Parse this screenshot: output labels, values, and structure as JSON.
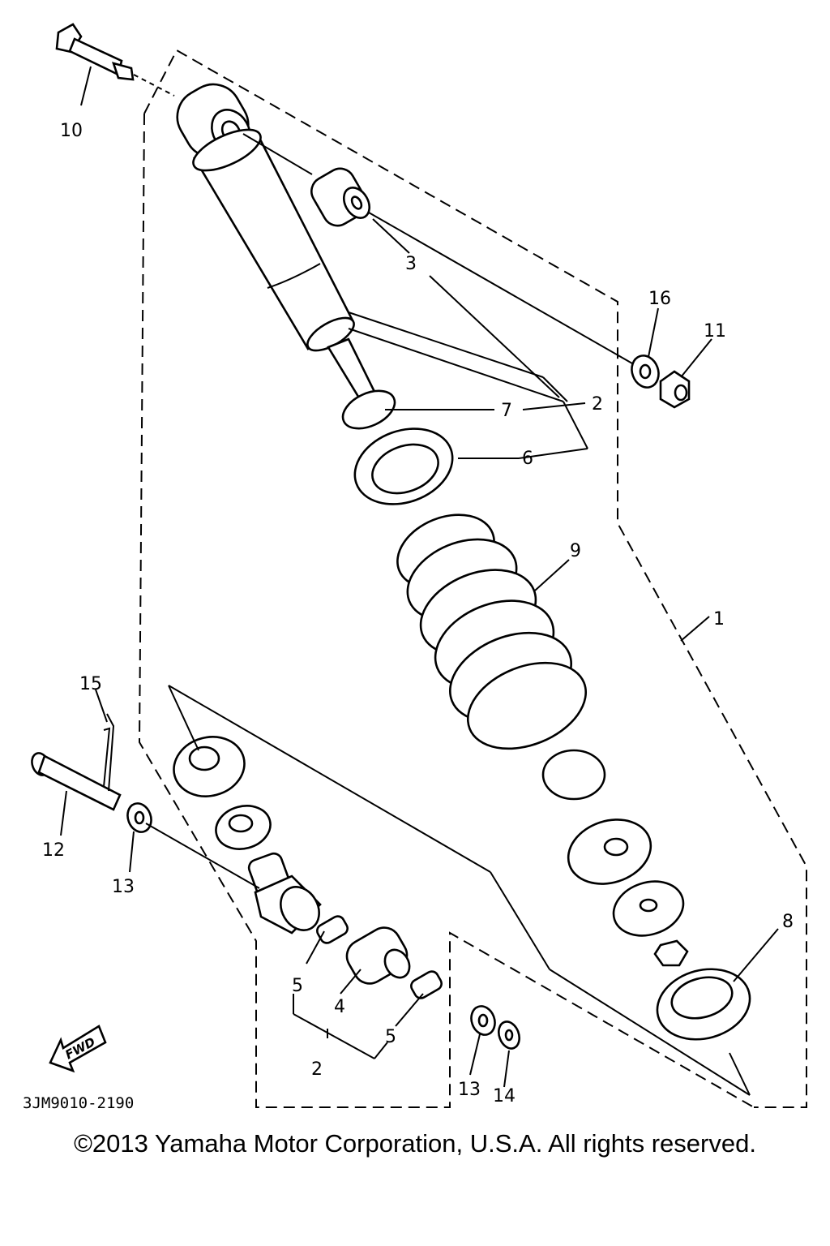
{
  "diagram": {
    "callouts": {
      "c1": "1",
      "c2a": "2",
      "c2b": "2",
      "c3": "3",
      "c4": "4",
      "c5a": "5",
      "c5b": "5",
      "c6": "6",
      "c7": "7",
      "c8": "8",
      "c9": "9",
      "c10": "10",
      "c11": "11",
      "c12": "12",
      "c13a": "13",
      "c13b": "13",
      "c14": "14",
      "c15": "15",
      "c16": "16"
    },
    "part_code": "3JM9010-2190",
    "fwd_label": "FWD"
  },
  "footer": {
    "copyright": "©2013 Yamaha Motor Corporation, U.S.A. All rights reserved."
  }
}
